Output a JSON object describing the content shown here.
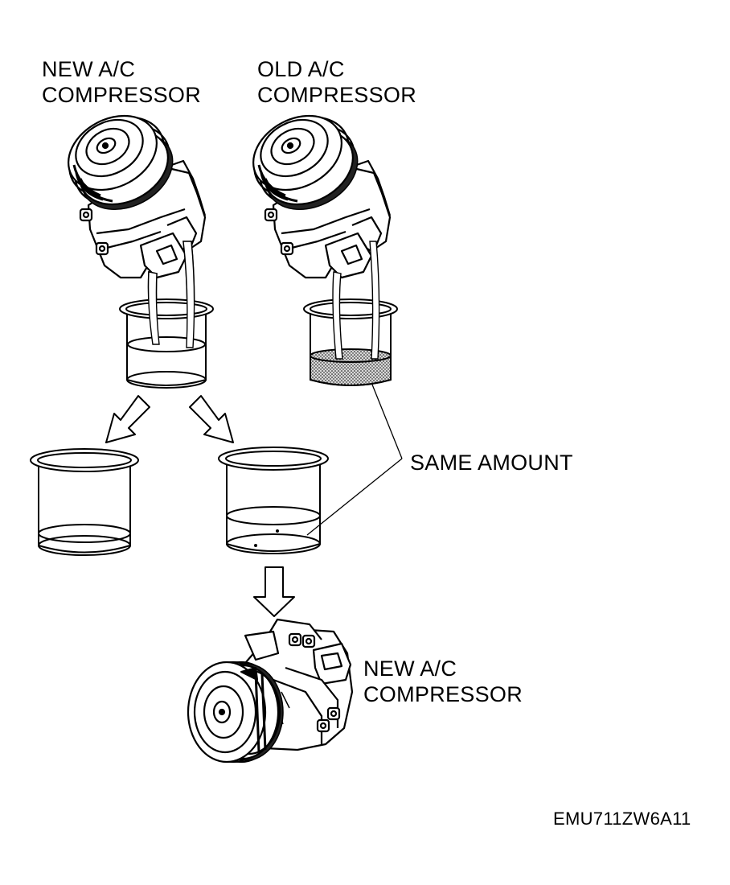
{
  "labels": {
    "new_top_line1": "NEW A/C",
    "new_top_line2": "COMPRESSOR",
    "old_top_line1": "OLD A/C",
    "old_top_line2": "COMPRESSOR",
    "same_amount": "SAME AMOUNT",
    "new_bottom_line1": "NEW A/C",
    "new_bottom_line2": "COMPRESSOR",
    "figure_code": "EMU711ZW6A11"
  },
  "colors": {
    "ink": "#000000",
    "background": "#ffffff",
    "oil_stipple": "#bdbdbd"
  }
}
